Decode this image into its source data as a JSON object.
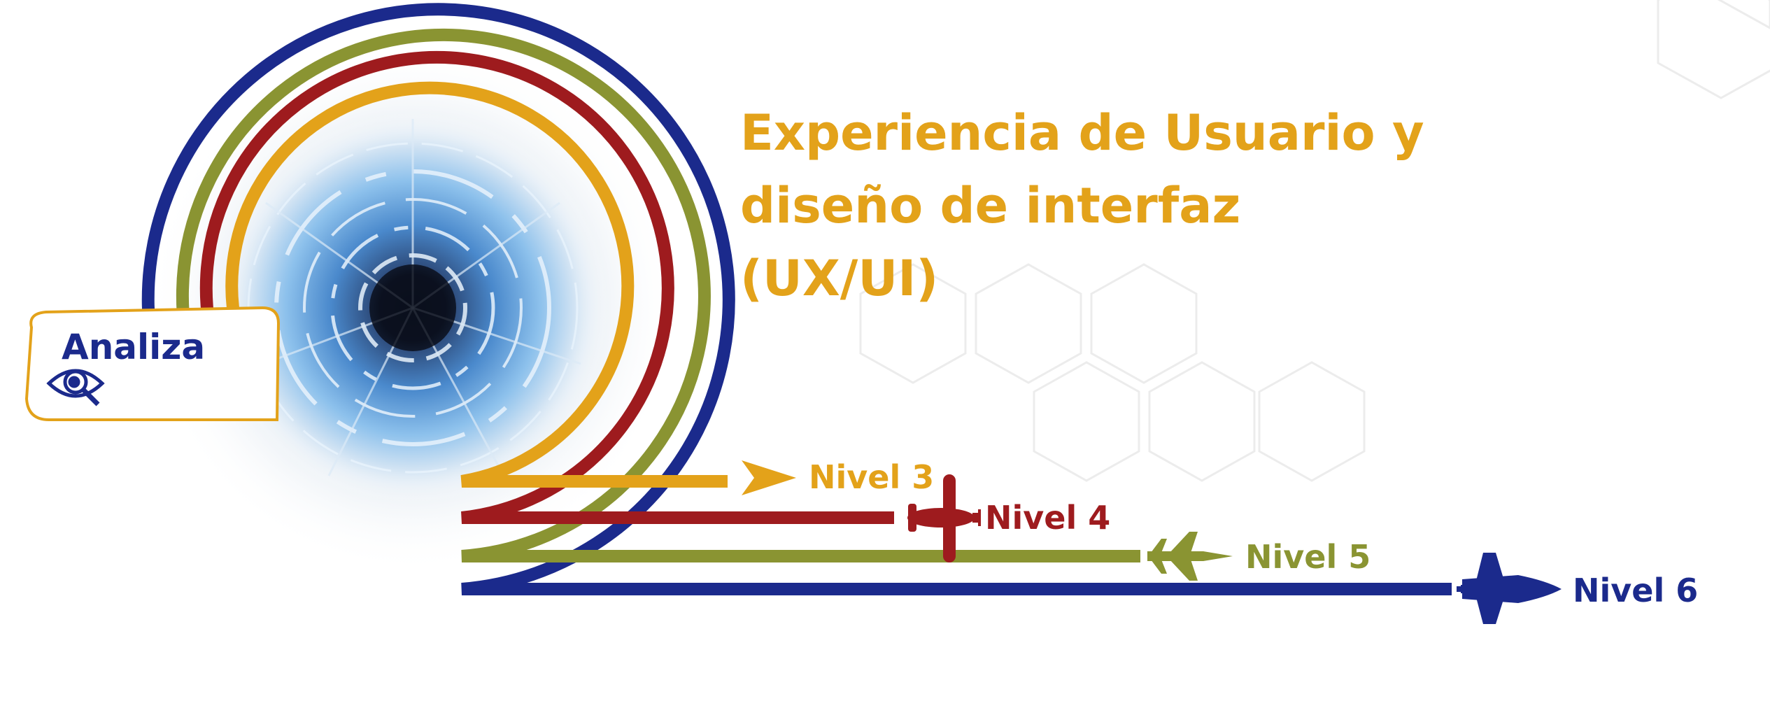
{
  "title": {
    "line1": "Experiencia de Usuario y",
    "line2": "diseño de interfaz",
    "line3": "(UX/UI)",
    "color": "#E3A21A"
  },
  "badge": {
    "label": "Analiza",
    "icon": "eye-magnifier-icon",
    "color": "#1B2A8C"
  },
  "levels": [
    {
      "label": "Nivel 3",
      "icon": "arrow-icon",
      "color": "#E3A21A"
    },
    {
      "label": "Nivel 4",
      "icon": "propeller-plane-icon",
      "color": "#9E1B1E"
    },
    {
      "label": "Nivel 5",
      "icon": "fighter-jet-icon",
      "color": "#8A9432"
    },
    {
      "label": "Nivel 6",
      "icon": "space-shuttle-icon",
      "color": "#1B2A8C"
    }
  ]
}
